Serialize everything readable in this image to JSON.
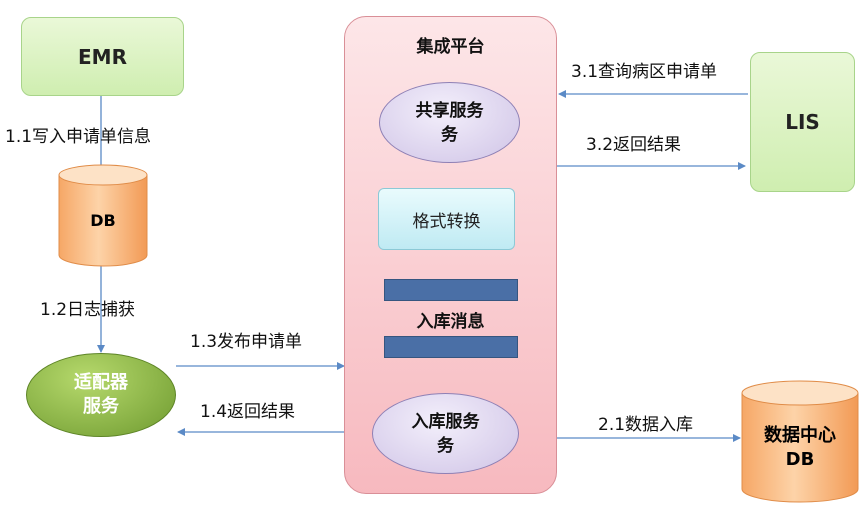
{
  "emr": {
    "label": "EMR"
  },
  "db_left": {
    "label": "DB"
  },
  "adapter": {
    "line1": "适配器",
    "line2": "服务"
  },
  "platform": {
    "title": "集成平台"
  },
  "shared_service": {
    "line1": "共享服务",
    "line2": "务"
  },
  "format_convert": {
    "label": "格式转换"
  },
  "ingest_message": {
    "label": "入库消息"
  },
  "ingest_service": {
    "line1": "入库服务",
    "line2": "务"
  },
  "lis": {
    "label": "LIS"
  },
  "data_center_db": {
    "line1": "数据中心",
    "line2": "DB"
  },
  "arrows": {
    "a1_1": "1.1写入申请单信息",
    "a1_2": "1.2日志捕获",
    "a1_3": "1.3发布申请单",
    "a1_4": "1.4返回结果",
    "a2_1": "2.1数据入库",
    "a3_1": "3.1查询病区申请单",
    "a3_2": "3.2返回结果"
  },
  "colors": {
    "arrow": "#5b8ac6",
    "green_box": "#d6f1bd",
    "platform": "#f9c6cb",
    "ellipse": "#d8cdec",
    "db_orange": "#f9c08a",
    "adapter_green": "#7aa33a",
    "queue_bar": "#4a6fa6"
  }
}
